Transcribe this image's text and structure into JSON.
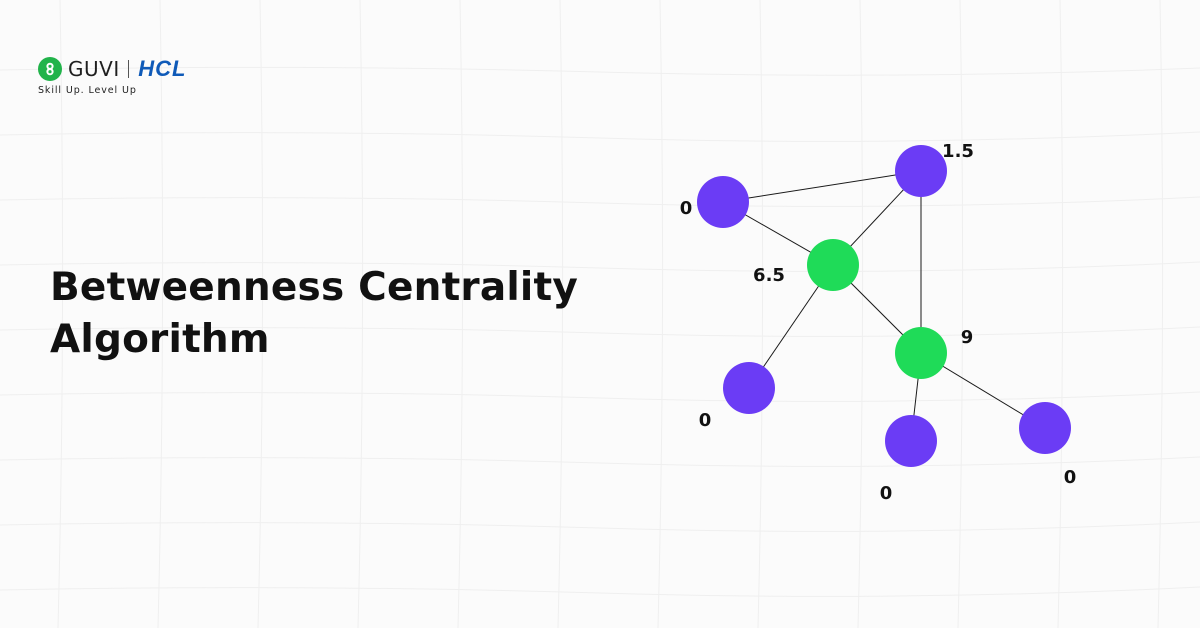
{
  "brand": {
    "guvi_name": "GUVI",
    "hcl_name": "HCL",
    "tagline": "Skill Up. Level Up",
    "guvi_color": "#21b34a",
    "hcl_color": "#0f5ab8"
  },
  "title": {
    "line1": "Betweenness Centrality",
    "line2": "Algorithm"
  },
  "colors": {
    "node_default": "#6b3cf5",
    "node_central": "#1fdb58",
    "edge": "#1a1a1a"
  },
  "graph": {
    "nodes": [
      {
        "id": "n1",
        "label": "0",
        "central": false
      },
      {
        "id": "n2",
        "label": "1.5",
        "central": false
      },
      {
        "id": "n3",
        "label": "6.5",
        "central": true
      },
      {
        "id": "n4",
        "label": "9",
        "central": true
      },
      {
        "id": "n5",
        "label": "0",
        "central": false
      },
      {
        "id": "n6",
        "label": "0",
        "central": false
      },
      {
        "id": "n7",
        "label": "0",
        "central": false
      }
    ],
    "edges": [
      [
        "n1",
        "n2"
      ],
      [
        "n1",
        "n3"
      ],
      [
        "n2",
        "n3"
      ],
      [
        "n2",
        "n4"
      ],
      [
        "n3",
        "n4"
      ],
      [
        "n3",
        "n5"
      ],
      [
        "n4",
        "n6"
      ],
      [
        "n4",
        "n7"
      ]
    ]
  }
}
